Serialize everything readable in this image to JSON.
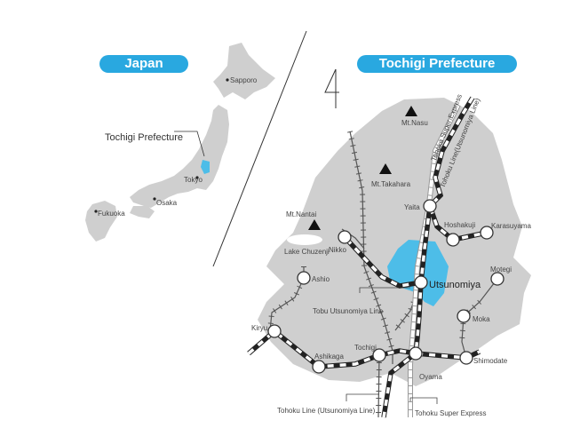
{
  "colors": {
    "accent": "#29a8e0",
    "land": "#cfcfcf",
    "highlight": "#4dbde8"
  },
  "japan_map": {
    "title": "Japan",
    "cities": [
      "Sapporo",
      "Tokyo",
      "Osaka",
      "Fukuoka"
    ],
    "highlight_label": "Tochigi  Prefecture"
  },
  "tochigi_map": {
    "title": "Tochigi Prefecture",
    "mountains": [
      "Mt.Nasu",
      "Mt.Takahara",
      "Mt.Nantai"
    ],
    "lake": "Lake Chuzenji",
    "stations": {
      "yaita": "Yaita",
      "hoshakuji": "Hoshakuji",
      "karasuyama": "Karasuyama",
      "nikko": "Nikko",
      "utsunomiya": "Utsunomiya",
      "motegi": "Motegi",
      "ashio": "Ashio",
      "moka": "Moka",
      "kiryu": "Kiryu",
      "tochigi": "Tochigi",
      "oyama": "Oyama",
      "shimodate": "Shimodate",
      "ashikaga": "Ashikaga"
    },
    "lines": {
      "tobu": "Tobu Utsunomiya Line",
      "tohoku_line_bottom": "Tohoku Line (Utsunomiya Line)",
      "shinkansen_bottom": "Tohoku Super Express",
      "shinkansen_top": "Tohoku Super Express",
      "tohoku_line_top": "Tohoku Line(Utsunomiya Line)"
    }
  }
}
